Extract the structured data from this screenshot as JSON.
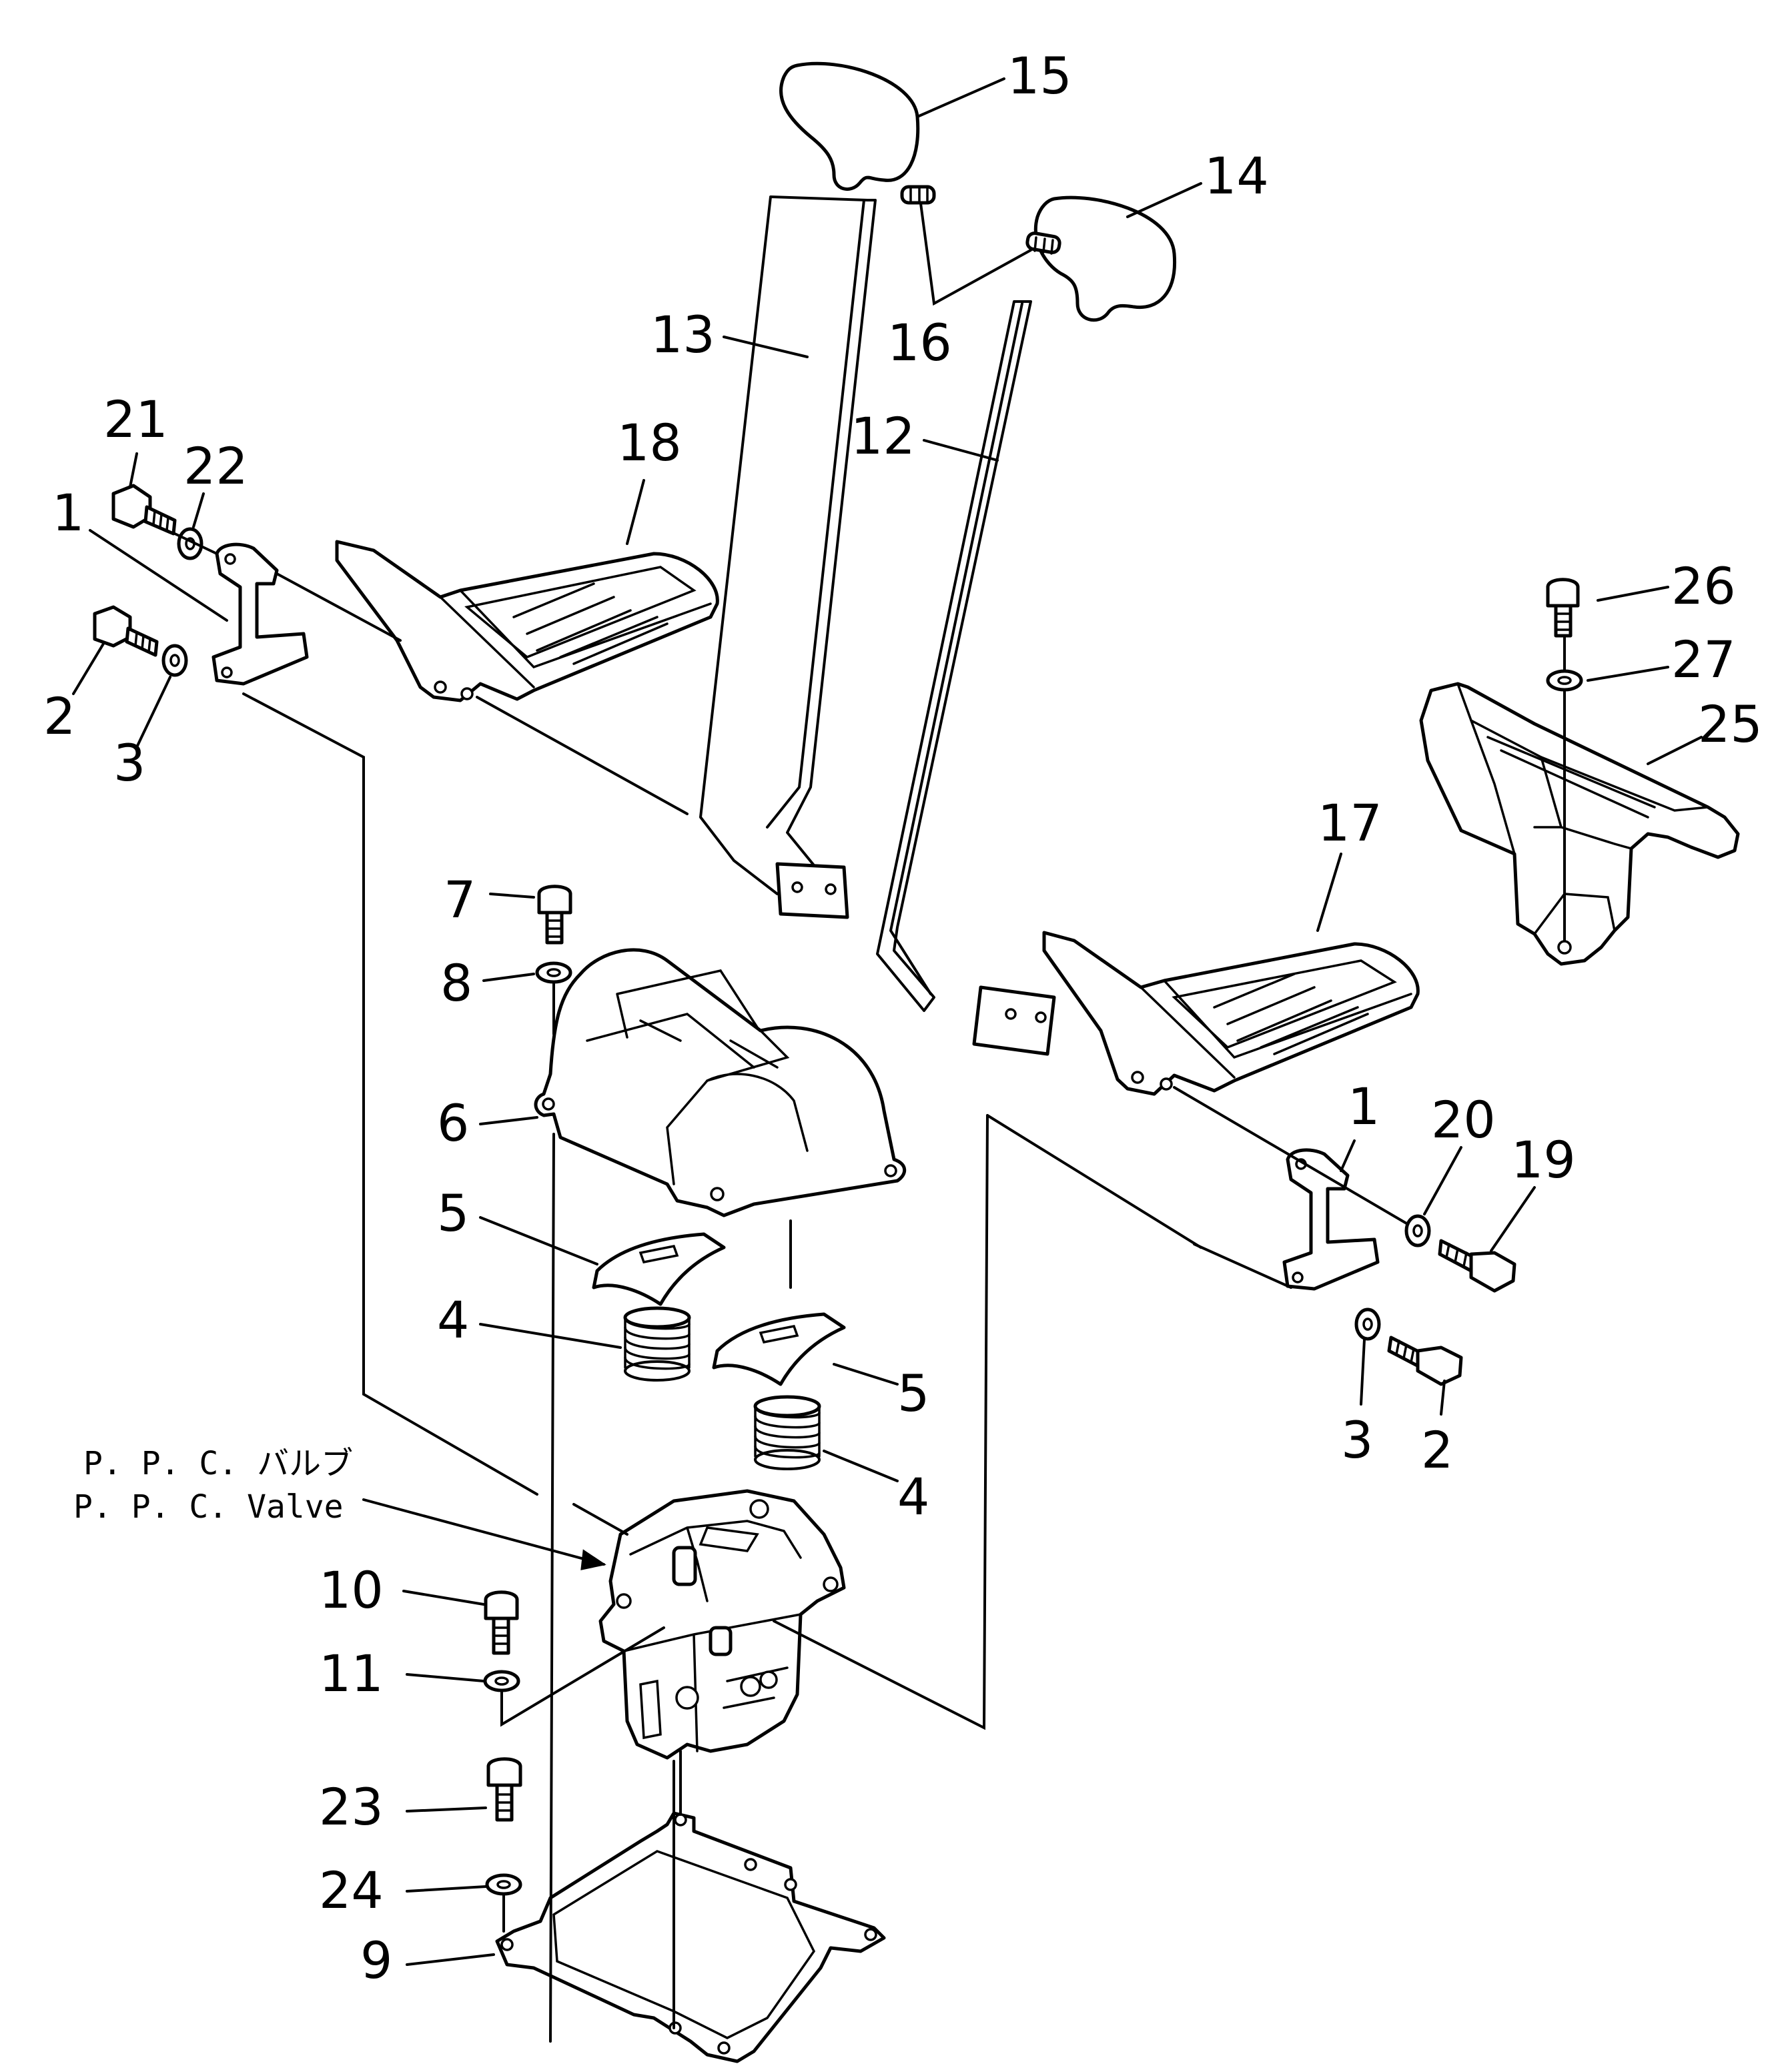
{
  "diagram": {
    "valve_label_jp": "P. P. C. バルブ",
    "valve_label_en": "P. P. C.  Valve",
    "callouts": {
      "c1a": "1",
      "c1b": "1",
      "c2a": "2",
      "c2b": "2",
      "c3a": "3",
      "c3b": "3",
      "c4a": "4",
      "c4b": "4",
      "c5a": "5",
      "c5b": "5",
      "c6": "6",
      "c7": "7",
      "c8": "8",
      "c9": "9",
      "c10": "10",
      "c11": "11",
      "c12": "12",
      "c13": "13",
      "c14": "14",
      "c15": "15",
      "c16": "16",
      "c17": "17",
      "c18": "18",
      "c19": "19",
      "c20": "20",
      "c21": "21",
      "c22": "22",
      "c23": "23",
      "c24": "24",
      "c25": "25",
      "c26": "26",
      "c27": "27"
    }
  }
}
